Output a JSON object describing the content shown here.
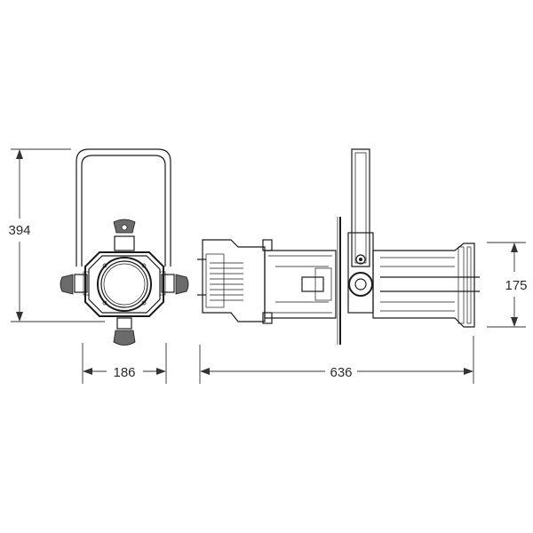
{
  "dimensions": {
    "front_height": "394",
    "front_width": "186",
    "side_length": "636",
    "side_height": "175"
  },
  "colors": {
    "line": "#1a1a1a",
    "knob": "#6b6b6b",
    "background": "#ffffff"
  }
}
